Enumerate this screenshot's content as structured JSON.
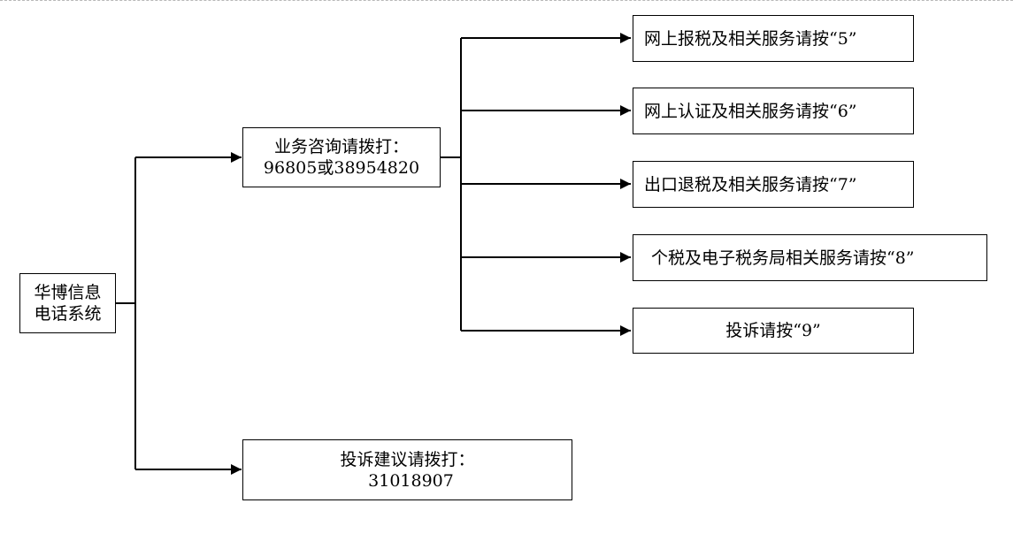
{
  "root": {
    "line1": "华博信息",
    "line2": "电话系统"
  },
  "consult": {
    "line1": "业务咨询请拨打：",
    "line2": "96805或38954820"
  },
  "complaint": {
    "line1": "投诉建议请拨打：",
    "line2": "31018907"
  },
  "options": [
    {
      "label": "网上报税及相关服务请按“5”"
    },
    {
      "label": "网上认证及相关服务请按“6”"
    },
    {
      "label": "出口退税及相关服务请按“7”"
    },
    {
      "label": "个税及电子税务局相关服务请按“8”"
    },
    {
      "label": "投诉请按“9”"
    }
  ]
}
